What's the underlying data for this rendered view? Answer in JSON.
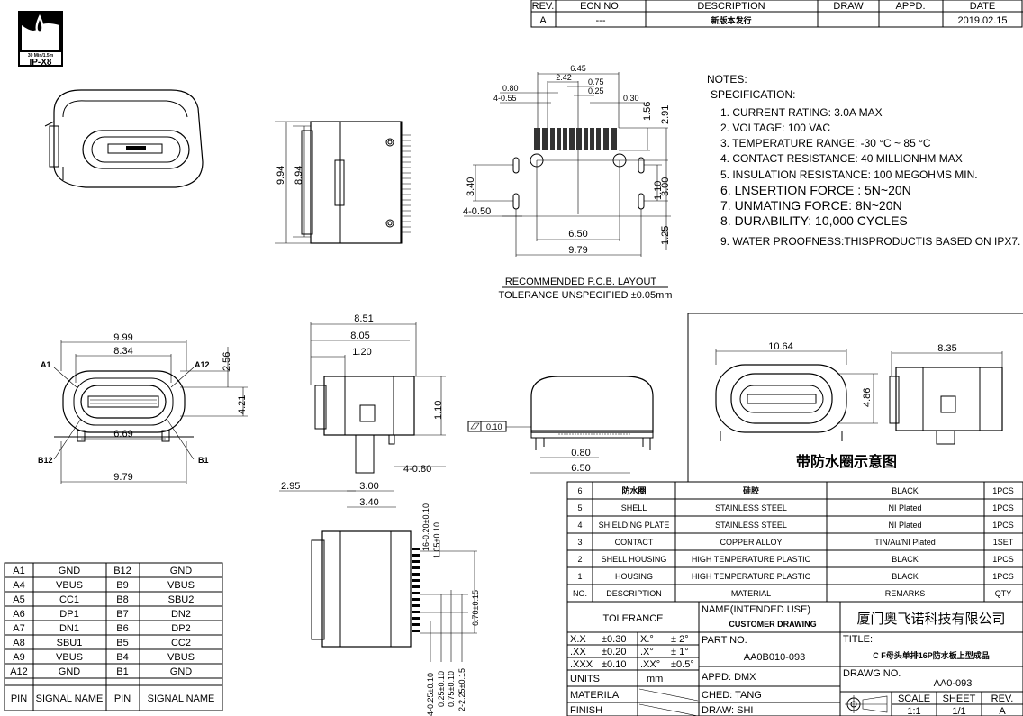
{
  "logo": {
    "text_top": "30 Min/1.5m",
    "text_bottom": "IP-X8"
  },
  "revision_table": {
    "headers": [
      "REV.",
      "ECN  NO.",
      "DESCRIPTION",
      "DRAW",
      "APPD.",
      "DATE"
    ],
    "row": [
      "A",
      "---",
      "新版本发行",
      "",
      "",
      "2019.02.15"
    ]
  },
  "notes": {
    "title": "NOTES:",
    "subtitle": "SPECIFICATION:",
    "items": [
      "1. CURRENT RATING: 3.0A MAX",
      "2. VOLTAGE: 100 VAC",
      "3. TEMPERATURE RANGE: -30 °C ~ 85 °C",
      "4. CONTACT RESISTANCE: 40 MILLIONHM MAX",
      "5. INSULATION RESISTANCE: 100 MEGOHMS MIN.",
      "6. LNSERTION FORCE : 5N~20N",
      "7. UNMATING FORCE: 8N~20N",
      "8. DURABILITY:    10,000 CYCLES",
      "9. WATER PROOFNESS:THISPRODUCTIS BASED ON IPX7."
    ]
  },
  "pcb_layout": {
    "title": "RECOMMENDED   P.C.B. LAYOUT",
    "tolerance": "TOLERANCE UNSPECIFIED ±0.05mm"
  },
  "waterproof_caption": "带防水圈示意图",
  "dims": {
    "top_994": "9.94",
    "top_894": "8.94",
    "pcb_645": "6.45",
    "pcb_242": "2.42",
    "pcb_075": "0.75",
    "pcb_025": "0.25",
    "pcb_080": "0.80",
    "pcb_4055": "4-0.55",
    "pcb_030": "0.30",
    "pcb_156": "1.56",
    "pcb_291": "2.91",
    "pcb_340": "3.40",
    "pcb_4050": "4-0.50",
    "pcb_300": "3.00",
    "pcb_110": "1.10",
    "pcb_650": "6.50",
    "pcb_979": "9.79",
    "pcb_125": "1.25",
    "front_999": "9.99",
    "front_834": "8.34",
    "front_a1": "A1",
    "front_a12": "A12",
    "front_256": "2.56",
    "front_421": "4.21",
    "front_b12": "B12",
    "front_b1": "B1",
    "front_669": "6.69",
    "front_979": "9.79",
    "side_851": "8.51",
    "side_805": "8.05",
    "side_120": "1.20",
    "side_110": "1.10",
    "side_4080": "4-0.80",
    "side_295": "2.95",
    "side_300": "3.00",
    "side_340": "3.40",
    "flat_010": "0.10",
    "rear_080": "0.80",
    "rear_650": "6.50",
    "wp_1064": "10.64",
    "wp_835": "8.35",
    "wp_486": "4.86",
    "bot_16020": "16-0.20±0.10",
    "bot_105": "1.05±0.10",
    "bot_670": "6.70±0.15",
    "bot_4025": "4-0.25±0.10",
    "bot_025": "0.25±0.10",
    "bot_075": "0.75±0.10",
    "bot_2225": "2-2.25±0.15"
  },
  "pin_table": {
    "rows": [
      [
        "A1",
        "GND",
        "B12",
        "GND"
      ],
      [
        "A4",
        "VBUS",
        "B9",
        "VBUS"
      ],
      [
        "A5",
        "CC1",
        "B8",
        "SBU2"
      ],
      [
        "A6",
        "DP1",
        "B7",
        "DN2"
      ],
      [
        "A7",
        "DN1",
        "B6",
        "DP2"
      ],
      [
        "A8",
        "SBU1",
        "B5",
        "CC2"
      ],
      [
        "A9",
        "VBUS",
        "B4",
        "VBUS"
      ],
      [
        "A12",
        "GND",
        "B1",
        "GND"
      ]
    ],
    "headers": [
      "PIN",
      "SIGNAL NAME",
      "PIN",
      "SIGNAL NAME"
    ]
  },
  "bom": {
    "rows": [
      [
        "6",
        "防水圈",
        "硅胶",
        "BLACK",
        "1PCS"
      ],
      [
        "5",
        "SHELL",
        "STAINLESS  STEEL",
        "NI   Plated",
        "1PCS"
      ],
      [
        "4",
        "SHIELDING PLATE",
        "STAINLESS  STEEL",
        "NI   Plated",
        "1PCS"
      ],
      [
        "3",
        "CONTACT",
        "COPPER ALLOY",
        "TIN/Au/NI Plated",
        "1SET"
      ],
      [
        "2",
        "SHELL HOUSING",
        "HIGH  TEMPERATURE  PLASTIC",
        "BLACK",
        "1PCS"
      ],
      [
        "1",
        "HOUSING",
        "HIGH  TEMPERATURE  PLASTIC",
        "BLACK",
        "1PCS"
      ]
    ],
    "headers": [
      "NO.",
      "DESCRIPTION",
      "MATERIAL",
      "REMARKS",
      "QTY"
    ]
  },
  "title_block": {
    "tolerance_label": "TOLERANCE",
    "tolerances": [
      [
        "X.X",
        "±0.30",
        "X.°",
        "±  2°"
      ],
      [
        ".XX",
        "±0.20",
        ".X°",
        "±  1°"
      ],
      [
        ".XXX",
        "±0.10",
        ".XX°",
        "±0.5°"
      ]
    ],
    "units_label": "UNITS",
    "units_value": "mm",
    "material_label": "MATERILA",
    "finish_label": "FINISH",
    "name_label": "NAME(INTENDED  USE)",
    "name_value": "CUSTOMER  DRAWING",
    "part_no_label": "PART  NO.",
    "part_no_value": "AA0B010-093",
    "appd": "APPD:  DMX",
    "ched": "CHED:  TANG",
    "draw": "DRAW:  SHI",
    "company": "厦门奥飞诺科技有限公司",
    "title_label": "TITLE:",
    "title_value": "C F母头单排16P防水板上型成品",
    "drawg_no_label": "DRAWG  NO.",
    "drawg_no_value": "AA0-093",
    "scale_label": "SCALE",
    "scale_value": "1:1",
    "sheet_label": "SHEET",
    "sheet_value": "1/1",
    "rev_label": "REV.",
    "rev_value": "A"
  }
}
